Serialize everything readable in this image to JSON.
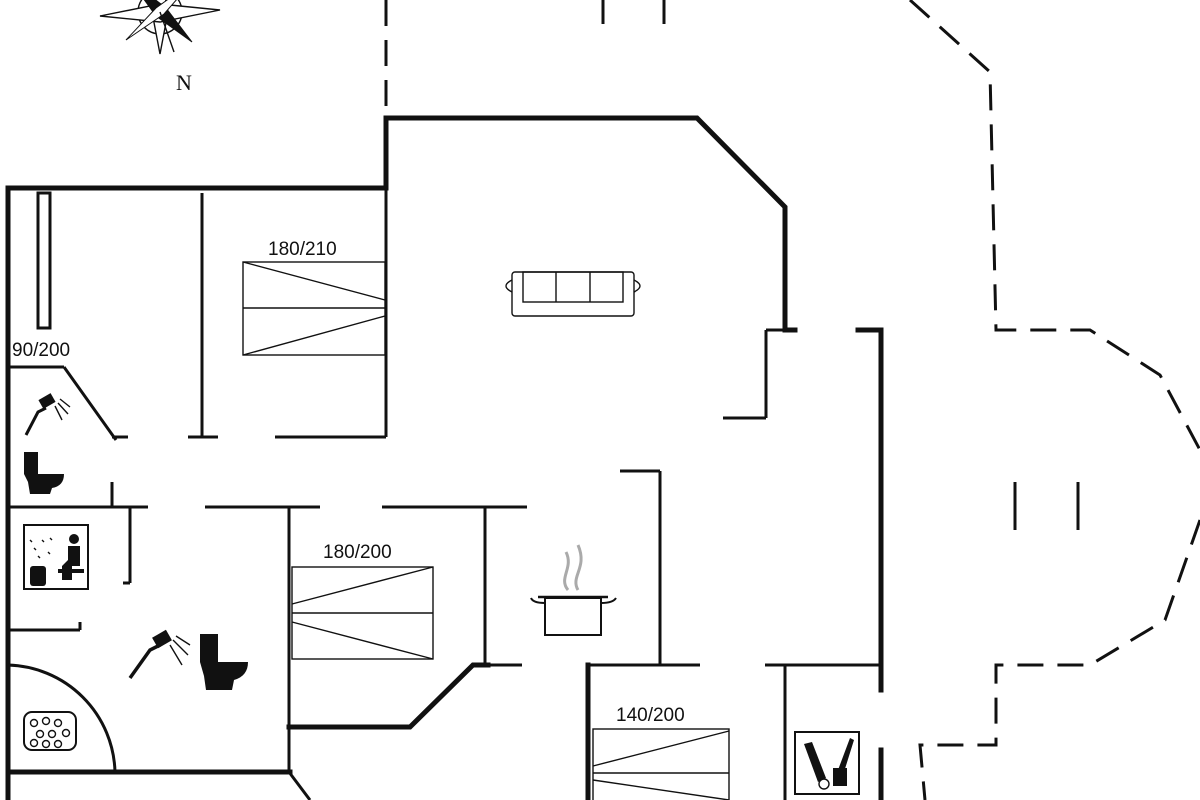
{
  "compass": {
    "north_label": "N"
  },
  "rooms": {
    "bedroom_1": {
      "bed_label": "180/210"
    },
    "bedroom_2": {
      "bed_label": "90/200"
    },
    "bedroom_3": {
      "bed_label": "180/200"
    },
    "bedroom_4": {
      "bed_label": "140/200"
    }
  },
  "icons": [
    "compass-rose-icon",
    "sofa-icon",
    "cooking-pot-icon",
    "shower-icon",
    "toilet-icon",
    "sauna-icon",
    "whirlpool-icon",
    "washer-icon"
  ],
  "colors": {
    "line": "#111111",
    "background": "#ffffff"
  }
}
